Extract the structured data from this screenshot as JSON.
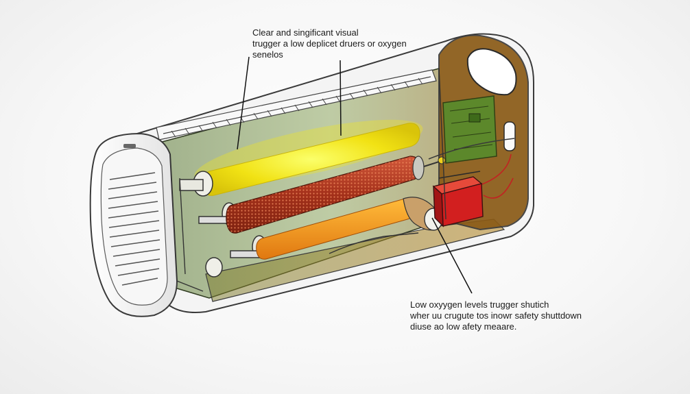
{
  "callouts": {
    "top": {
      "lines": [
        "Clear and singificant visual",
        "trugger a low deplicet druers or oxygen",
        "senelos"
      ]
    },
    "bottom": {
      "lines": [
        "Low oxyygen levels trugger shutich",
        "wher uu crugute tos inowr safety shuttdown",
        "diuse ao low afety meaare."
      ]
    }
  },
  "colors": {
    "housing_outline": "#3a3a3a",
    "glow_tube": "#f4e81a",
    "heating_coil": "#b5391f",
    "orange_tube": "#f39a1f",
    "sensor_block": "#d21f1f",
    "end_panel": "#8a5a16",
    "circuit_board": "#5a8a2c",
    "inner_tint": "#6f8d3e"
  }
}
